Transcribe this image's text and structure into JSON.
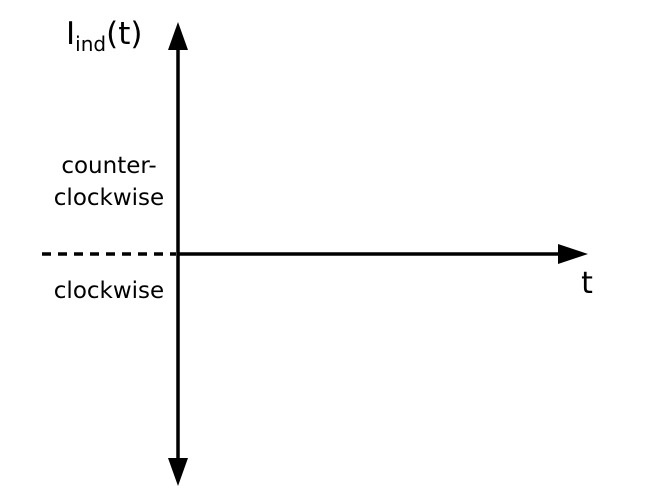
{
  "axes": {
    "y_label_main": "I",
    "y_label_sub": "ind",
    "y_label_arg": "(t)",
    "x_label": "t"
  },
  "regions": {
    "above_line1": "counter-",
    "above_line2": "clockwise",
    "below": "clockwise"
  },
  "colors": {
    "ink": "#000000",
    "background": "#ffffff"
  }
}
